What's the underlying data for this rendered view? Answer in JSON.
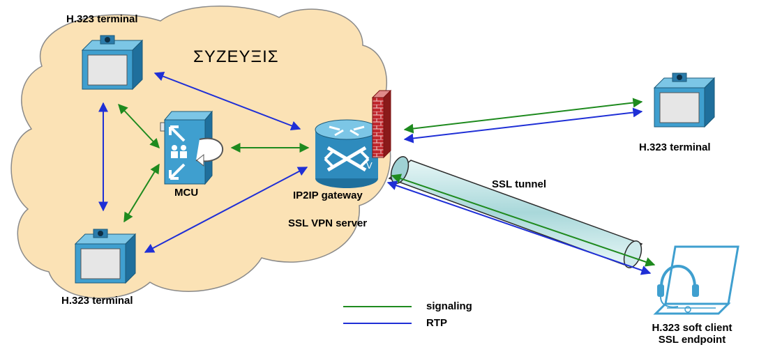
{
  "cloud_title": "ΣΥΖΕΥΞΙΣ",
  "nodes": {
    "terminal_top_left": "H.323 terminal",
    "terminal_bottom_left": "H.323 terminal",
    "terminal_right": "H.323 terminal",
    "mcu": "MCU",
    "gateway": "IP2IP gateway",
    "vpn_server": "SSL VPN server",
    "soft_client_line1": "H.323 soft client",
    "soft_client_line2": "SSL endpoint"
  },
  "tunnel_label": "SSL tunnel",
  "legend": {
    "signaling": "signaling",
    "rtp": "RTP"
  },
  "colors": {
    "signaling": "#1e8a1e",
    "rtp": "#1f2fd6",
    "cloud_fill": "#fbe2b5",
    "cloud_stroke": "#8a8a8a",
    "device_blue": "#3f9fcf",
    "tunnel_fill": "#bfe3e5"
  },
  "icons": [
    "video-terminal-icon",
    "mcu-icon",
    "router-icon",
    "firewall-icon",
    "laptop-headset-icon"
  ]
}
